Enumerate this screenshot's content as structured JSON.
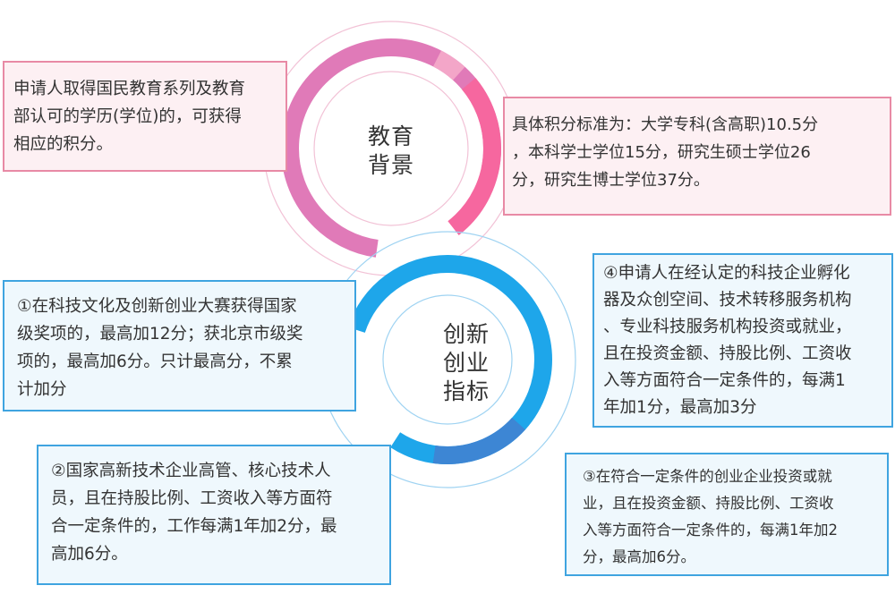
{
  "colors": {
    "pink_ring": "#e07ab8",
    "pink_ring_light": "#f3a6c8",
    "pink_ring_accent": "#f6679f",
    "blue_ring": "#1ea6ea",
    "blue_ring_dark": "#3d86d4",
    "pink_box_bg": "#fdf0f3",
    "pink_box_border": "#e88aa5",
    "blue_box_bg": "#eff8fd",
    "blue_box_border": "#3fa4e0"
  },
  "education": {
    "title_lines": [
      "教育",
      "背景"
    ],
    "left_box_lines": [
      "申请人取得国民教育系列及教育",
      "部认可的学历(学位)的，可获得",
      "相应的积分。"
    ],
    "right_box_lines": [
      "具体积分标准为：大学专科(含高职)10.5分",
      "，本科学士学位15分，研究生硕士学位26",
      "分，研究生博士学位37分。"
    ]
  },
  "innovation": {
    "title_lines": [
      "创新",
      "创业",
      "指标"
    ],
    "box1_lines": [
      "①在科技文化及创新创业大赛获得国家",
      "级奖项的，最高加12分；获北京市级奖",
      "项的，最高加6分。只计最高分，不累",
      "计加分"
    ],
    "box2_lines": [
      "②国家高新技术企业高管、核心技术人",
      "员，且在持股比例、工资收入等方面符",
      "合一定条件的，工作每满1年加2分，最",
      "高加6分。"
    ],
    "box3_lines": [
      "③在符合一定条件的创业企业投资或就",
      "业，且在投资金额、持股比例、工资收",
      "入等方面符合一定条件的，每满1年加2",
      "分，最高加6分。"
    ],
    "box4_lines": [
      "④申请人在经认定的科技企业孵化",
      "器及众创空间、技术转移服务机构",
      "、专业科技服务机构投资或就业，",
      "且在投资金额、持股比例、工资收",
      "入等方面符合一定条件的，每满1",
      "年加1分，最高加3分"
    ]
  }
}
